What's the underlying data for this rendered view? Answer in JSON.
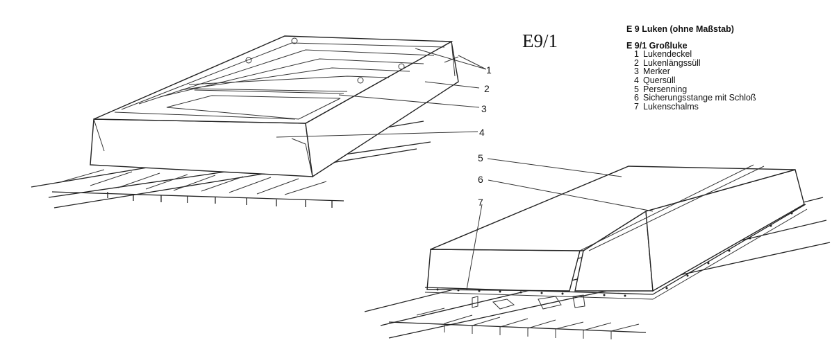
{
  "figure_label": "E9/1",
  "legend": {
    "title": "E 9  Luken (ohne Maßstab)",
    "subtitle": "E 9/1  Großluke",
    "items": [
      {
        "num": "1",
        "label": "Lukendeckel"
      },
      {
        "num": "2",
        "label": "Lukenlängssüll"
      },
      {
        "num": "3",
        "label": "Merker"
      },
      {
        "num": "4",
        "label": "Quersüll"
      },
      {
        "num": "5",
        "label": "Persenning"
      },
      {
        "num": "6",
        "label": "Sicherungsstange mit Schloß"
      },
      {
        "num": "7",
        "label": "Lukenschalms"
      }
    ]
  },
  "callouts": {
    "c1": "1",
    "c2": "2",
    "c3": "3",
    "c4": "4",
    "c5": "5",
    "c6": "6",
    "c7": "7"
  }
}
